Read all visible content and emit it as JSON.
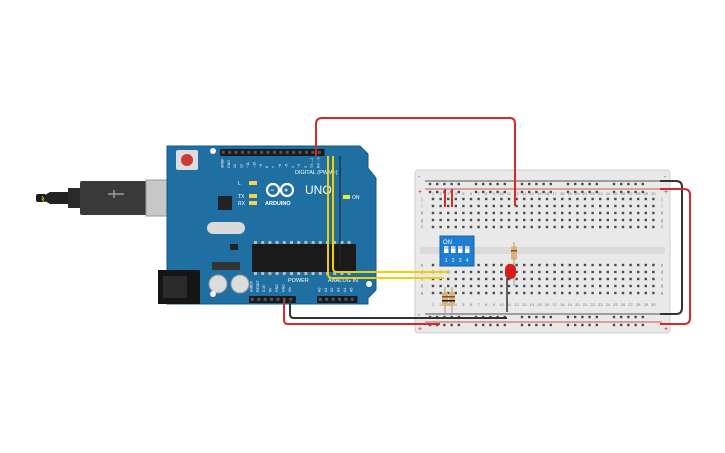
{
  "arduino": {
    "brand": "ARDUINO",
    "model": "UNO",
    "digital_header_label": "DIGITAL (PWM~)",
    "power_header_label": "POWER",
    "analog_header_label": "ANALOG IN",
    "on_label": "ON",
    "led_labels": [
      "L",
      "TX",
      "RX"
    ],
    "digital_pins": [
      "AREF",
      "GND",
      "13",
      "12",
      "~11",
      "~10",
      "~9",
      "8",
      "7",
      "~6",
      "~5",
      "4",
      "~3",
      "2",
      "TX→1",
      "RX←0"
    ],
    "power_pins": [
      "IOREF",
      "RESET",
      "3.3V",
      "5V",
      "GND",
      "GND",
      "Vin"
    ],
    "analog_pins": [
      "A0",
      "A1",
      "A2",
      "A3",
      "A4",
      "A5"
    ]
  },
  "dip_switch": {
    "on_label": "ON",
    "positions": [
      "1",
      "2",
      "3",
      "4"
    ]
  },
  "breadboard": {
    "column_numbers": [
      "1",
      "2",
      "3",
      "4",
      "5",
      "6",
      "7",
      "8",
      "9",
      "10",
      "11",
      "12",
      "13",
      "14",
      "15",
      "16",
      "17",
      "18",
      "19",
      "20",
      "21",
      "22",
      "23",
      "24",
      "25",
      "26",
      "27",
      "28",
      "29",
      "30"
    ],
    "row_letters_top": [
      "j",
      "i",
      "h",
      "g",
      "f"
    ],
    "row_letters_bottom": [
      "e",
      "d",
      "c",
      "b",
      "a"
    ],
    "rail_plus": "+",
    "rail_minus": "-"
  },
  "colors": {
    "board": "#1f6fa3",
    "breadboard": "#e9e9e9",
    "wire_red": "#d42a2a",
    "wire_yellow": "#f2cf00",
    "wire_black": "#333333",
    "dip_switch": "#1e7ed3",
    "led": "#d81c1c"
  }
}
